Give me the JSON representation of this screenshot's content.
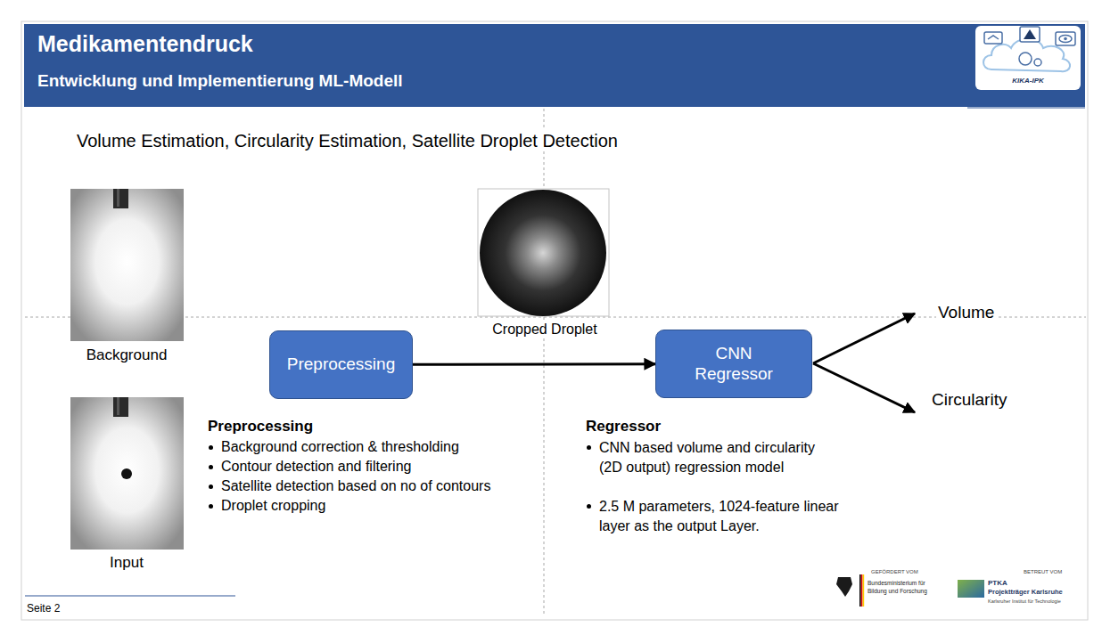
{
  "diagram": {
    "title": "Medikamentendruck",
    "nodes": [
      {
        "text": [
          "Preprocessing"
        ]
      },
      {
        "text": [
          "CNN Regressor"
        ]
      }
    ],
    "edges": [
      {
        "from": 0,
        "to": 1,
        "arrow": "to"
      }
    ],
    "labels": [
      "Entwicklung und Implementierung ML-Modell",
      "KIKA-IPK",
      "Volume Estimation, Circularity Estimation, Satellite Droplet Detection",
      "Background",
      "Input",
      "Cropped Droplet",
      "Volume",
      "Circularity",
      "Preprocessing",
      "Background correction & thresholding",
      "Contour detection and filtering",
      "Satellite detection based on no of contours",
      "Droplet cropping",
      "Regressor",
      "CNN based volume and circularity (2D output) regression model",
      "2.5 M parameters, 1024-feature linear layer as the output Layer.",
      "Seite 2",
      "GEFÖRDERT VOM",
      "Bundesministerium für Bildung und Forschung",
      "BETREUT VOM",
      "PTKA",
      "Projektträger Karlsruhe",
      "Karlsruher Institut für Technologie"
    ]
  }
}
